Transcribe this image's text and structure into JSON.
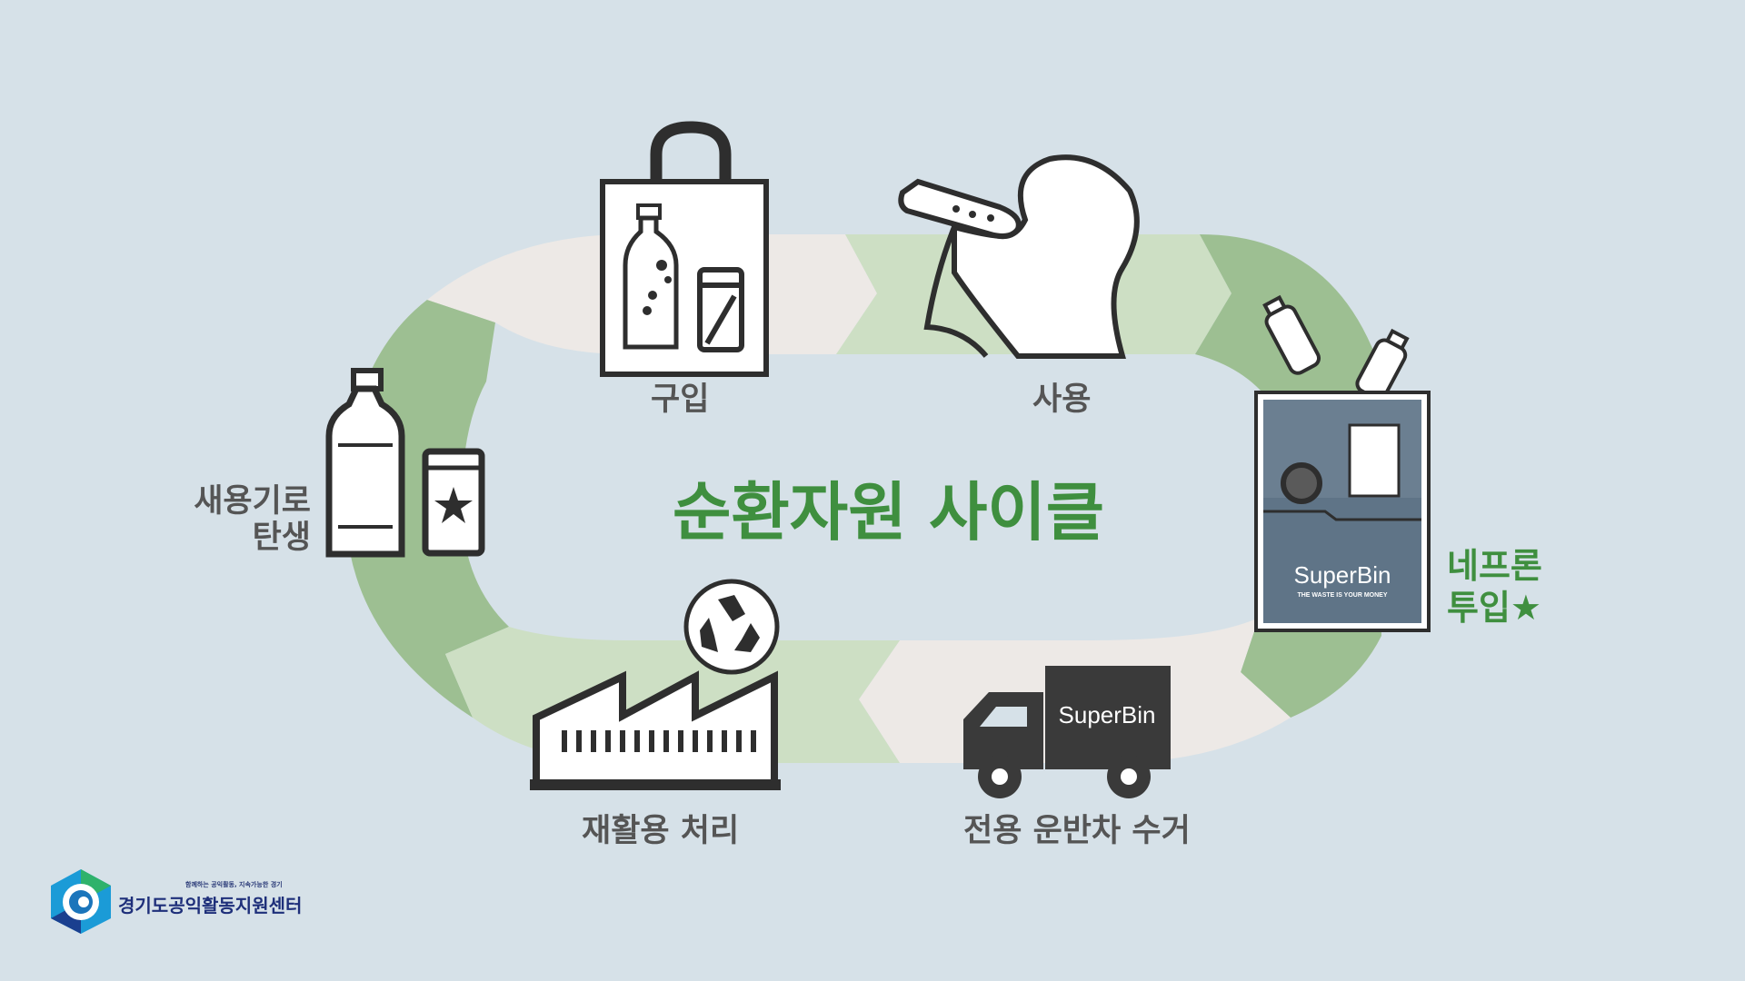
{
  "title": "순환자원 사이클",
  "steps": {
    "purchase": "구입",
    "use": "사용",
    "deposit_line1": "네프론",
    "deposit_line2": "투입★",
    "truck": "전용 운반차 수거",
    "recycle": "재활용 처리",
    "reborn_line1": "새용기로",
    "reborn_line2": "탄생"
  },
  "brand": {
    "superbin_wordmark": "SuperBin",
    "superbin_tagline": "THE WASTE IS YOUR MONEY"
  },
  "org": {
    "slogan": "함께하는 공익활동, 지속가능한 경기",
    "name": "경기도공익활동지원센터"
  },
  "colors": {
    "background": "#d6e1e8",
    "title_green": "#3f8f3f",
    "arrow_green": "#9dbf92",
    "arrow_light_green": "#cddfc4",
    "arrow_pale": "#ede9e6",
    "icon_dark": "#2e2e2e",
    "bin_body": "#5f7487"
  },
  "icons": [
    "shopping-bag-icon",
    "person-drinking-icon",
    "superbin-machine-icon",
    "delivery-truck-icon",
    "factory-icon",
    "recycle-icon",
    "bottle-icon",
    "can-icon",
    "star-icon"
  ]
}
